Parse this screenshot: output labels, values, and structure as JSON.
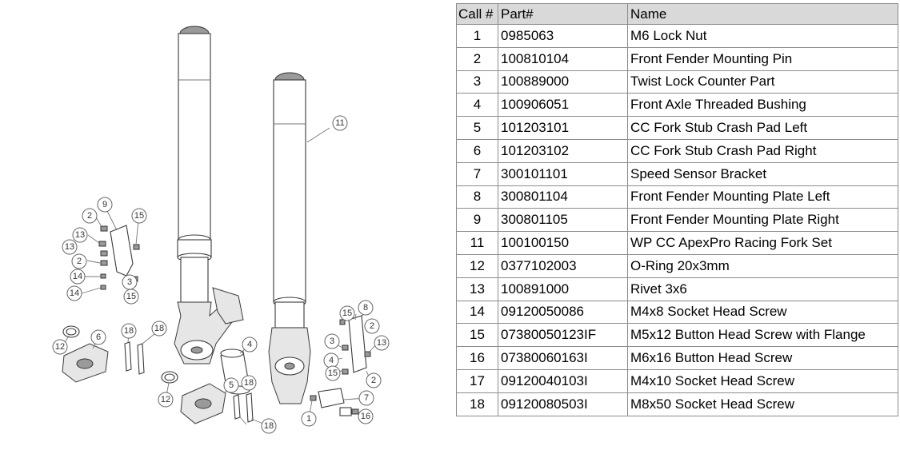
{
  "table": {
    "headers": [
      "Call #",
      "Part#",
      "Name"
    ],
    "rows": [
      {
        "call": "1",
        "part": "0985063",
        "name": "M6 Lock Nut"
      },
      {
        "call": "2",
        "part": "100810104",
        "name": "Front Fender Mounting Pin"
      },
      {
        "call": "3",
        "part": "100889000",
        "name": "Twist Lock Counter Part"
      },
      {
        "call": "4",
        "part": "100906051",
        "name": "Front Axle Threaded Bushing"
      },
      {
        "call": "5",
        "part": "101203101",
        "name": "CC Fork Stub Crash Pad Left"
      },
      {
        "call": "6",
        "part": "101203102",
        "name": "CC Fork Stub Crash Pad Right"
      },
      {
        "call": "7",
        "part": "300101101",
        "name": "Speed Sensor Bracket"
      },
      {
        "call": "8",
        "part": "300801104",
        "name": "Front Fender Mounting Plate Left"
      },
      {
        "call": "9",
        "part": "300801105",
        "name": "Front Fender Mounting Plate Right"
      },
      {
        "call": "11",
        "part": "100100150",
        "name": "WP CC ApexPro Racing Fork Set"
      },
      {
        "call": "12",
        "part": "0377102003",
        "name": "O-Ring 20x3mm"
      },
      {
        "call": "13",
        "part": "100891000",
        "name": "Rivet 3x6"
      },
      {
        "call": "14",
        "part": "09120050086",
        "name": "M4x8 Socket Head Screw"
      },
      {
        "call": "15",
        "part": "07380050123IF",
        "name": "M5x12 Button Head Screw with Flange"
      },
      {
        "call": "16",
        "part": "07380060163I",
        "name": "M6x16 Button Head Screw"
      },
      {
        "call": "17",
        "part": "09120040103I",
        "name": "M4x10 Socket Head Screw"
      },
      {
        "call": "18",
        "part": "09120080503I",
        "name": "M8x50 Socket Head Screw"
      }
    ]
  },
  "diagram": {
    "callouts": [
      "11",
      "9",
      "2",
      "15",
      "13",
      "2",
      "14",
      "14",
      "3",
      "15",
      "12",
      "6",
      "18",
      "18",
      "12",
      "4",
      "5",
      "18",
      "18",
      "8",
      "15",
      "2",
      "3",
      "13",
      "4",
      "15",
      "2",
      "7",
      "16",
      "1"
    ]
  }
}
